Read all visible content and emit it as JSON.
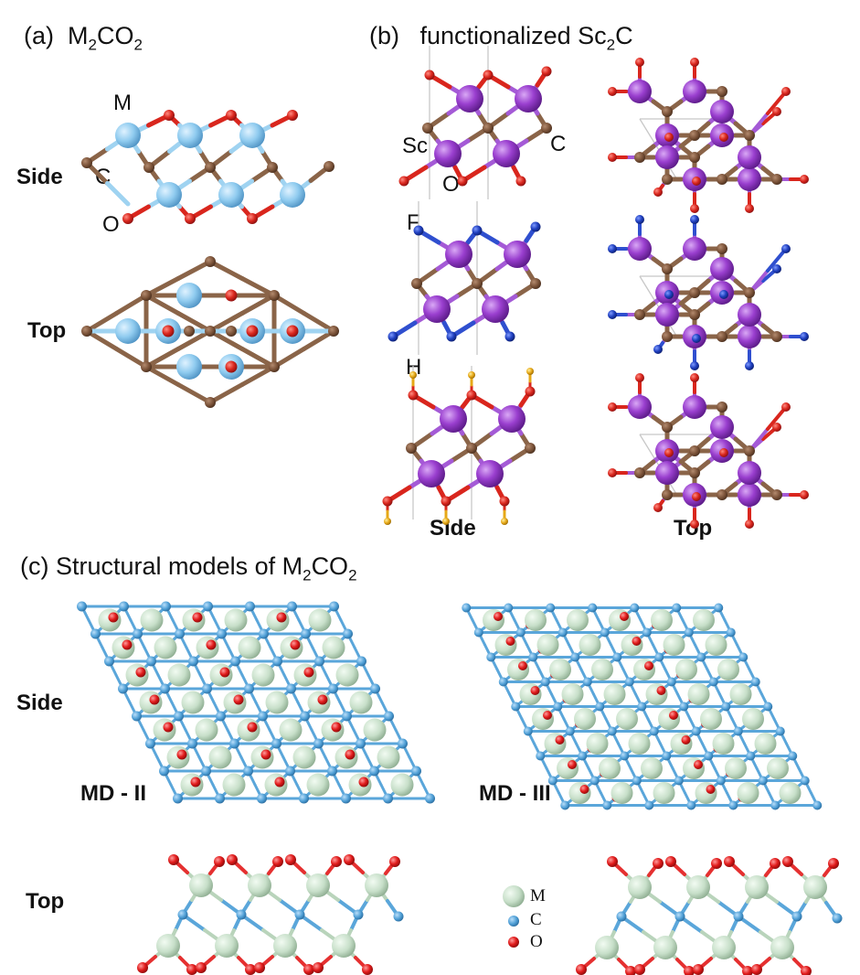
{
  "panel_a": {
    "tag": "(a)",
    "title_main": "M",
    "title_sub1": "2",
    "title_mid": "CO",
    "title_sub2": "2",
    "side_label": "Side",
    "top_label": "Top",
    "atom_labels": {
      "m": "M",
      "c": "C",
      "o": "O"
    }
  },
  "panel_b": {
    "tag": "(b)",
    "title_main": "functionalized Sc",
    "title_sub": "2",
    "title_end": "C",
    "atom_labels": {
      "sc": "Sc",
      "c": "C",
      "o": "O",
      "f": "F",
      "h": "H"
    },
    "side_label": "Side",
    "top_label": "Top"
  },
  "panel_c": {
    "tag": "(c)",
    "title_main": "Structural models of M",
    "title_sub1": "2",
    "title_mid": "CO",
    "title_sub2": "2",
    "side_label": "Side",
    "top_label": "Top",
    "model_left": "MD - II",
    "model_right": "MD - III",
    "legend": [
      {
        "symbol": "M",
        "color": "#c7dfc9"
      },
      {
        "symbol": "C",
        "color": "#4f9fd6"
      },
      {
        "symbol": "O",
        "color": "#e11b1b"
      }
    ]
  },
  "colors": {
    "m_atom": "#8fcbef",
    "sc_atom": "#9a3fcf",
    "c_atom": "#7a5238",
    "o_atom": "#d9261d",
    "f_atom": "#1f3fbf",
    "h_atom": "#e6a817",
    "md_m_atom": "#c7dfc9",
    "md_c_atom": "#4f9fd6",
    "md_o_atom": "#e11b1b"
  }
}
